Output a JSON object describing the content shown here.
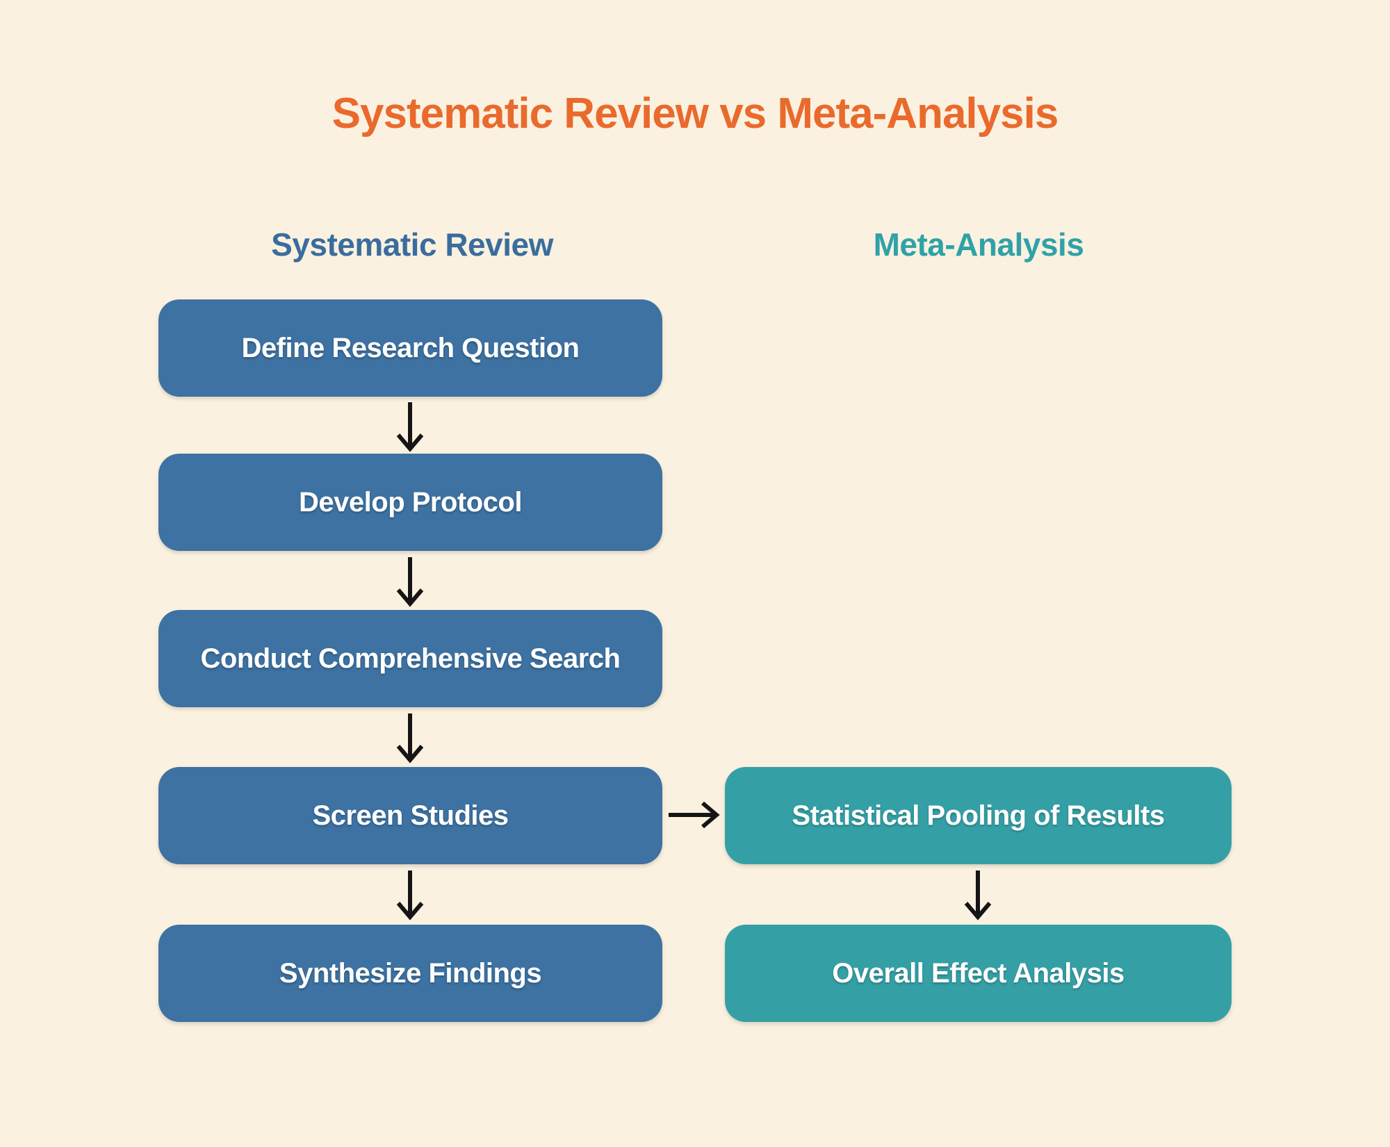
{
  "title": {
    "text": "Systematic Review vs Meta-Analysis"
  },
  "colors": {
    "background": "#fbf1e0",
    "title_orange": "#e96a2c",
    "header_blue": "#3a6d9e",
    "header_teal": "#2fa2a8",
    "box_blue": "#3d72a2",
    "box_teal": "#34a0a6",
    "box_text": "#ffffff",
    "arrow_black": "#151515"
  },
  "columns": [
    {
      "header": "Systematic Review",
      "steps": [
        "Define Research Question",
        "Develop Protocol",
        "Conduct Comprehensive Search",
        "Screen Studies",
        "Synthesize Findings"
      ]
    },
    {
      "header": "Meta-Analysis",
      "steps": [
        "Statistical Pooling of Results",
        "Overall Effect Analysis"
      ]
    }
  ],
  "connections": [
    {
      "from": "Define Research Question",
      "to": "Develop Protocol",
      "direction": "down"
    },
    {
      "from": "Develop Protocol",
      "to": "Conduct Comprehensive Search",
      "direction": "down"
    },
    {
      "from": "Conduct Comprehensive Search",
      "to": "Screen Studies",
      "direction": "down"
    },
    {
      "from": "Screen Studies",
      "to": "Synthesize Findings",
      "direction": "down"
    },
    {
      "from": "Screen Studies",
      "to": "Statistical Pooling of Results",
      "direction": "right"
    },
    {
      "from": "Statistical Pooling of Results",
      "to": "Overall Effect Analysis",
      "direction": "down"
    }
  ]
}
